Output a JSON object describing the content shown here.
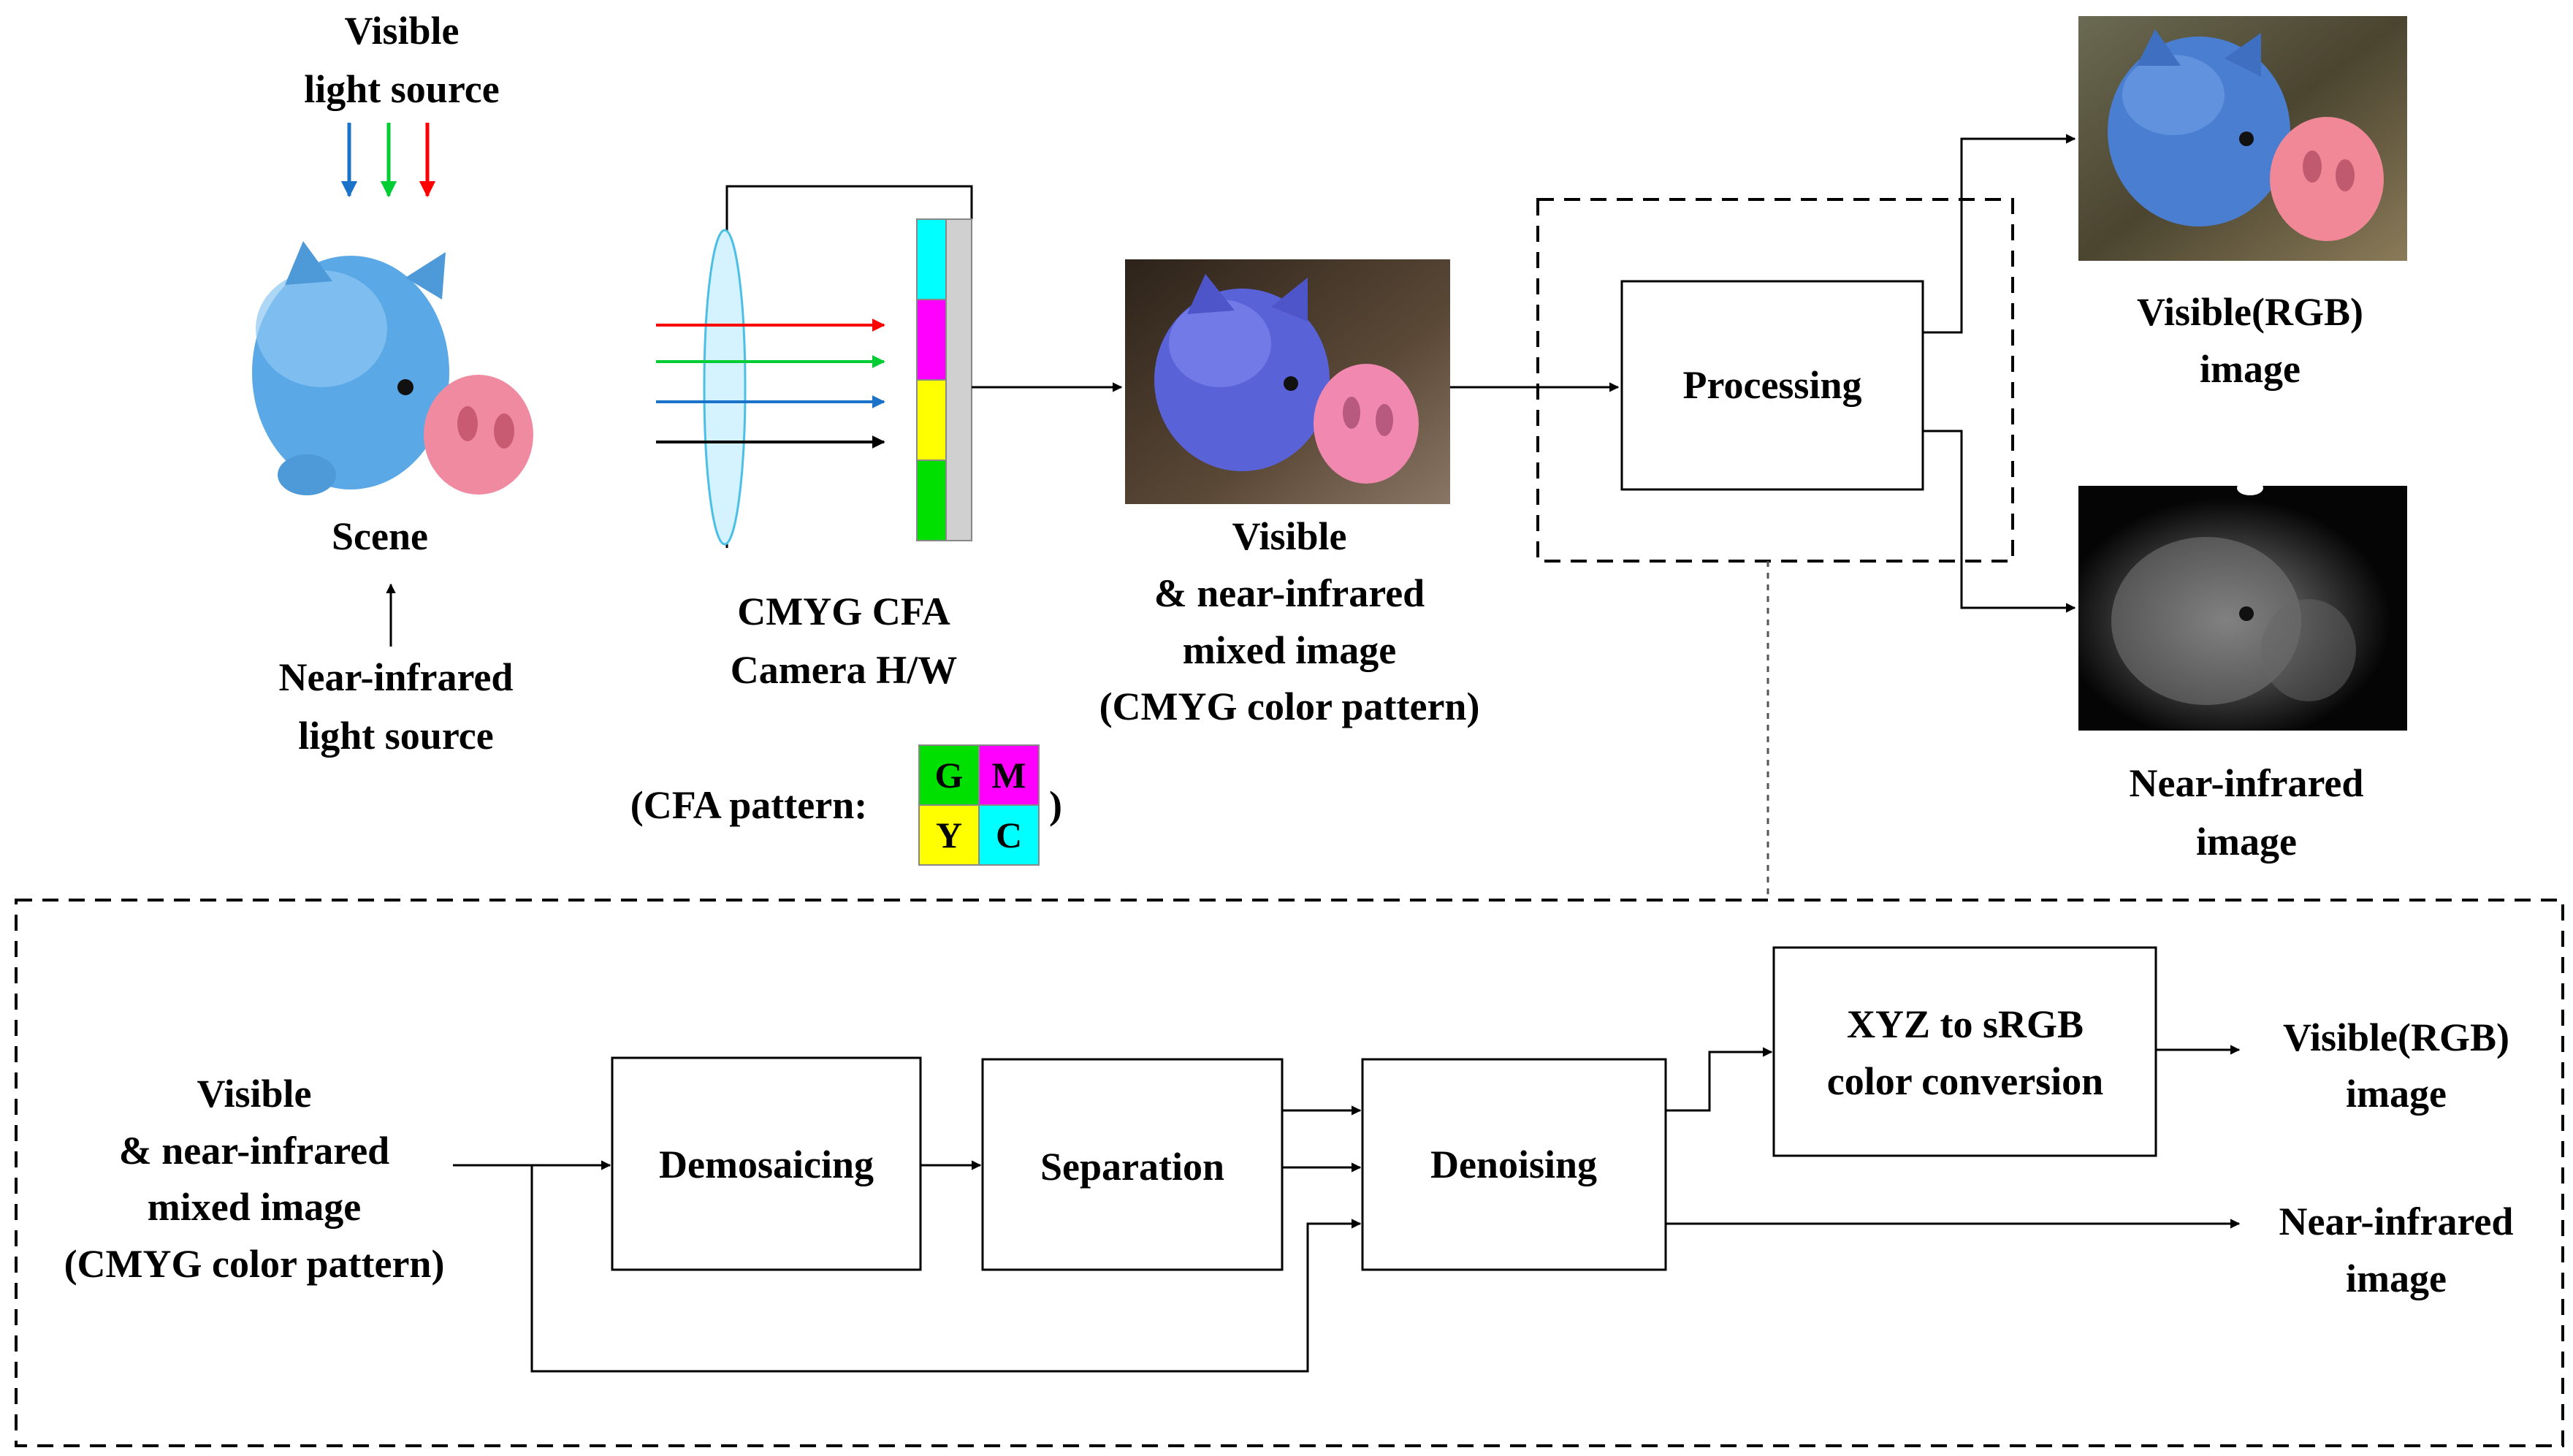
{
  "top": {
    "visible_source": [
      "Visible",
      "light source"
    ],
    "scene_label": "Scene",
    "nir_source": [
      "Near-infrared",
      "light source"
    ],
    "camera_label": [
      "CMYG CFA",
      "Camera H/W"
    ],
    "mixed_label": [
      "Visible",
      "& near-infrared",
      "mixed image",
      "(CMYG color pattern)"
    ],
    "processing_label": "Processing",
    "out_rgb_label": [
      "Visible(RGB)",
      "image"
    ],
    "out_nir_label": [
      "Near-infrared",
      "image"
    ],
    "cfa_pattern_prefix": "(CFA pattern:",
    "cfa_pattern_suffix": ")",
    "cfa_cells": [
      {
        "letter": "G",
        "color": "#00e000"
      },
      {
        "letter": "M",
        "color": "#ff00ff"
      },
      {
        "letter": "Y",
        "color": "#ffff00"
      },
      {
        "letter": "C",
        "color": "#00ffff"
      }
    ]
  },
  "bottom": {
    "input_label": [
      "Visible",
      "& near-infrared",
      "mixed image",
      "(CMYG color pattern)"
    ],
    "demosaicing": "Demosaicing",
    "separation": "Separation",
    "denoising": "Denoising",
    "xyz": [
      "XYZ to sRGB",
      "color conversion"
    ],
    "out_rgb": [
      "Visible(RGB)",
      "image"
    ],
    "out_nir": [
      "Near-infrared",
      "image"
    ]
  },
  "colors": {
    "ray_red": "#ff0000",
    "ray_green": "#00cc33",
    "ray_blue": "#1a73c8",
    "ray_black": "#000000",
    "pig_body": "#5aa8e6",
    "pig_snout": "#f08aa0",
    "lens": "#d4f2ff"
  }
}
